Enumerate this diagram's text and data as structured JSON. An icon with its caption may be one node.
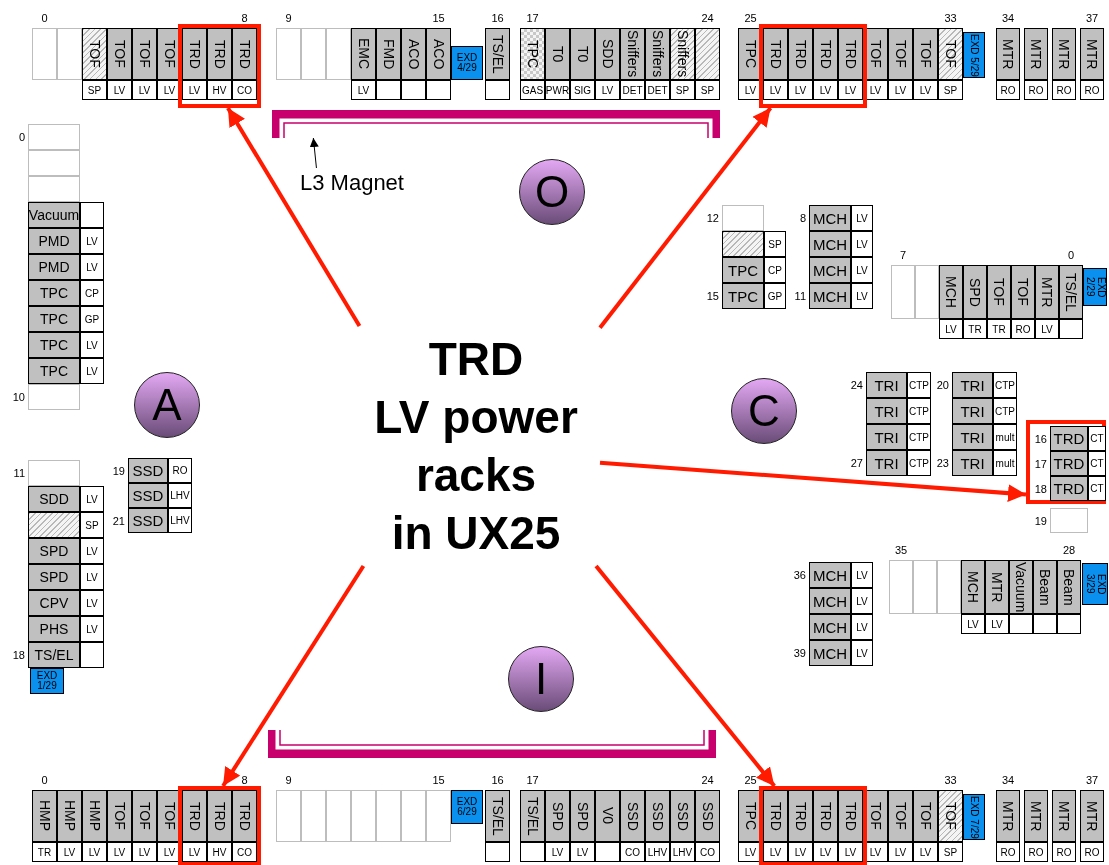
{
  "diagram": {
    "nodes": [
      {
        "text": [],
        "shape": "box",
        "beside": [
          "0"
        ]
      },
      {
        "text": [],
        "shape": "box"
      },
      {
        "text": [
          "TOF",
          "SP"
        ]
      },
      {
        "text": [
          "TOF",
          "LV"
        ]
      },
      {
        "text": [
          "TOF",
          "LV"
        ]
      },
      {
        "text": [
          "TOF",
          "LV"
        ]
      },
      {
        "text": [],
        "shape": "box"
      },
      {
        "text": [
          "TRD",
          "LV"
        ],
        "in": 6
      },
      {
        "text": [
          "TRD",
          "HV"
        ],
        "in": 6
      },
      {
        "text": [
          "TRD",
          "CO"
        ],
        "in": 6,
        "beside": [
          "8"
        ]
      },
      {
        "text": [],
        "shape": "box",
        "beside": [
          "9"
        ]
      },
      {
        "text": [],
        "shape": "box"
      },
      {
        "text": [],
        "shape": "box"
      },
      {
        "text": [
          "EMC",
          "LV"
        ]
      },
      {
        "text": [
          "FMD"
        ]
      },
      {
        "text": [
          "ACO"
        ]
      },
      {
        "text": [
          "ACO"
        ],
        "beside": [
          "15"
        ]
      },
      {
        "text": [
          "EXD 4/29"
        ]
      },
      {
        "text": [
          "TS/EL"
        ],
        "beside": [
          "16"
        ]
      },
      {
        "text": [
          "TPC",
          "GAS"
        ],
        "beside": [
          "17"
        ]
      },
      {
        "text": [
          "T0",
          "PWR"
        ]
      },
      {
        "text": [
          "T0",
          "SIG"
        ]
      },
      {
        "text": [
          "SDD",
          "LV"
        ]
      },
      {
        "text": [
          "Sniffers",
          "DET"
        ]
      },
      {
        "text": [
          "Sniffers",
          "DET"
        ]
      },
      {
        "text": [
          "Sniffers",
          "SP"
        ]
      },
      {
        "text": [
          "SP"
        ],
        "beside": [
          "24"
        ]
      },
      {
        "text": [
          "TPC",
          "LV"
        ],
        "beside": [
          "25"
        ]
      },
      {
        "text": [],
        "shape": "box"
      },
      {
        "text": [
          "TRD",
          "LV"
        ],
        "in": 28
      },
      {
        "text": [
          "TRD",
          "LV"
        ],
        "in": 28
      },
      {
        "text": [
          "TRD",
          "LV"
        ],
        "in": 28
      },
      {
        "text": [
          "TRD",
          "LV"
        ],
        "in": 28
      },
      {
        "text": [
          "TOF",
          "LV"
        ]
      },
      {
        "text": [
          "TOF",
          "LV"
        ]
      },
      {
        "text": [
          "TOF",
          "LV"
        ]
      },
      {
        "text": [
          "TOF",
          "SP"
        ],
        "beside": [
          "33"
        ]
      },
      {
        "text": [
          "EXD 5/29"
        ]
      },
      {
        "text": [
          "MTR",
          "RO"
        ],
        "beside": [
          "34"
        ]
      },
      {
        "text": [
          "MTR",
          "RO"
        ]
      },
      {
        "text": [
          "MTR",
          "RO"
        ]
      },
      {
        "text": [
          "MTR",
          "RO"
        ],
        "beside": [
          "37"
        ]
      },
      {
        "text": [
          "O"
        ]
      },
      {
        "text": [],
        "shape": "bar"
      },
      {
        "text": [
          "L3 Magnet"
        ]
      },
      {
        "text": [],
        "shape": "box",
        "beside": [
          "0"
        ]
      },
      {
        "text": [],
        "shape": "box"
      },
      {
        "text": [],
        "shape": "box"
      },
      {
        "text": [
          "Vacuum"
        ]
      },
      {
        "text": [
          "PMD",
          "LV"
        ]
      },
      {
        "text": [
          "PMD",
          "LV"
        ]
      },
      {
        "text": [
          "TPC",
          "CP"
        ]
      },
      {
        "text": [
          "TPC",
          "GP"
        ]
      },
      {
        "text": [
          "TPC",
          "LV"
        ]
      },
      {
        "text": [
          "TPC",
          "LV"
        ]
      },
      {
        "text": [],
        "shape": "box",
        "beside": [
          "10"
        ]
      },
      {
        "text": [
          "A"
        ]
      },
      {
        "text": [
          "SSD",
          "RO"
        ],
        "beside": [
          "19"
        ]
      },
      {
        "text": [
          "SSD",
          "LHV"
        ]
      },
      {
        "text": [
          "SSD",
          "LHV"
        ],
        "beside": [
          "21"
        ]
      },
      {
        "text": [],
        "shape": "box",
        "beside": [
          "11"
        ]
      },
      {
        "text": [
          "SDD",
          "LV"
        ]
      },
      {
        "text": [
          "SP"
        ]
      },
      {
        "text": [
          "SPD",
          "LV"
        ]
      },
      {
        "text": [
          "SPD",
          "LV"
        ]
      },
      {
        "text": [
          "CPV",
          "LV"
        ]
      },
      {
        "text": [
          "PHS",
          "LV"
        ]
      },
      {
        "text": [
          "TS/EL"
        ],
        "beside": [
          "18"
        ]
      },
      {
        "text": [
          "EXD 1/29"
        ]
      },
      {
        "text": [
          "TRD LV power racks in UX25"
        ]
      },
      {
        "text": [],
        "shape": "box",
        "beside": [
          "12"
        ]
      },
      {
        "text": [
          "SP"
        ]
      },
      {
        "text": [
          "TPC",
          "CP"
        ]
      },
      {
        "text": [
          "TPC",
          "GP"
        ],
        "beside": [
          "15"
        ]
      },
      {
        "text": [
          "MCH",
          "LV"
        ],
        "beside": [
          "8"
        ]
      },
      {
        "text": [
          "MCH",
          "LV"
        ]
      },
      {
        "text": [
          "MCH",
          "LV"
        ]
      },
      {
        "text": [
          "MCH",
          "LV"
        ],
        "beside": [
          "11"
        ]
      },
      {
        "text": [],
        "shape": "box",
        "beside": [
          "7"
        ]
      },
      {
        "text": [],
        "shape": "box"
      },
      {
        "text": [
          "MCH",
          "LV"
        ]
      },
      {
        "text": [
          "SPD",
          "TR"
        ]
      },
      {
        "text": [
          "TOF",
          "TR"
        ]
      },
      {
        "text": [
          "TOF",
          "RO"
        ]
      },
      {
        "text": [
          "MTR",
          "LV"
        ]
      },
      {
        "text": [
          "TS/EL"
        ],
        "beside": [
          "0"
        ]
      },
      {
        "text": [
          "EXD 2/29"
        ]
      },
      {
        "text": [
          "C"
        ]
      },
      {
        "text": [
          "TRI",
          "CTP"
        ],
        "beside": [
          "24"
        ]
      },
      {
        "text": [
          "TRI",
          "CTP"
        ]
      },
      {
        "text": [
          "TRI",
          "CTP"
        ]
      },
      {
        "text": [
          "TRI",
          "CTP"
        ],
        "beside": [
          "27"
        ]
      },
      {
        "text": [
          "TRI",
          "CTP"
        ],
        "beside": [
          "20"
        ]
      },
      {
        "text": [
          "TRI",
          "CTP"
        ]
      },
      {
        "text": [
          "TRI",
          "mult"
        ]
      },
      {
        "text": [
          "TRI",
          "mult"
        ],
        "beside": [
          "23"
        ]
      },
      {
        "text": [],
        "shape": "box"
      },
      {
        "text": [
          "TRD",
          "CT"
        ],
        "in": 96,
        "beside": [
          "16"
        ]
      },
      {
        "text": [
          "TRD",
          "CT"
        ],
        "in": 96,
        "beside": [
          "17"
        ]
      },
      {
        "text": [
          "TRD",
          "CT"
        ],
        "in": 96,
        "beside": [
          "18"
        ]
      },
      {
        "text": [],
        "shape": "box",
        "beside": [
          "19"
        ]
      },
      {
        "text": [],
        "shape": "box",
        "beside": [
          "35"
        ]
      },
      {
        "text": [],
        "shape": "box"
      },
      {
        "text": [],
        "shape": "box"
      },
      {
        "text": [
          "MCH",
          "LV"
        ]
      },
      {
        "text": [
          "MTR",
          "LV"
        ]
      },
      {
        "text": [
          "Vacuum"
        ]
      },
      {
        "text": [
          "Beam"
        ]
      },
      {
        "text": [
          "Beam"
        ],
        "beside": [
          "28"
        ]
      },
      {
        "text": [
          "EXD 3/29"
        ]
      },
      {
        "text": [
          "MCH",
          "LV"
        ],
        "beside": [
          "36"
        ]
      },
      {
        "text": [
          "MCH",
          "LV"
        ]
      },
      {
        "text": [
          "MCH",
          "LV"
        ]
      },
      {
        "text": [
          "MCH",
          "LV"
        ],
        "beside": [
          "39"
        ]
      },
      {
        "text": [
          "I"
        ]
      },
      {
        "text": [],
        "shape": "bar"
      },
      {
        "text": [
          "HMP",
          "TR"
        ],
        "beside": [
          "0"
        ]
      },
      {
        "text": [
          "HMP",
          "LV"
        ]
      },
      {
        "text": [
          "HMP",
          "LV"
        ]
      },
      {
        "text": [
          "TOF",
          "LV"
        ]
      },
      {
        "text": [
          "TOF",
          "LV"
        ]
      },
      {
        "text": [
          "TOF",
          "LV"
        ]
      },
      {
        "text": [],
        "shape": "box"
      },
      {
        "text": [
          "TRD",
          "LV"
        ],
        "in": 122
      },
      {
        "text": [
          "TRD",
          "HV"
        ],
        "in": 122
      },
      {
        "text": [
          "TRD",
          "CO"
        ],
        "in": 122,
        "beside": [
          "8"
        ]
      },
      {
        "text": [],
        "shape": "box",
        "beside": [
          "9"
        ]
      },
      {
        "text": [],
        "shape": "box"
      },
      {
        "text": [],
        "shape": "box"
      },
      {
        "text": [],
        "shape": "box"
      },
      {
        "text": [],
        "shape": "box"
      },
      {
        "text": [],
        "shape": "box"
      },
      {
        "text": [],
        "shape": "box",
        "beside": [
          "15"
        ]
      },
      {
        "text": [
          "EXD 6/29"
        ]
      },
      {
        "text": [
          "TS/EL"
        ],
        "beside": [
          "16"
        ]
      },
      {
        "text": [
          "TS/EL"
        ],
        "beside": [
          "17"
        ]
      },
      {
        "text": [
          "SPD",
          "LV"
        ]
      },
      {
        "text": [
          "SPD",
          "LV"
        ]
      },
      {
        "text": [
          "V0"
        ]
      },
      {
        "text": [
          "SSD",
          "CO"
        ]
      },
      {
        "text": [
          "SSD",
          "LHV"
        ]
      },
      {
        "text": [
          "SSD",
          "LHV"
        ]
      },
      {
        "text": [
          "SSD",
          "CO"
        ],
        "beside": [
          "24"
        ]
      },
      {
        "text": [
          "TPC",
          "LV"
        ],
        "beside": [
          "25"
        ]
      },
      {
        "text": [],
        "shape": "box"
      },
      {
        "text": [
          "TRD",
          "LV"
        ],
        "in": 144
      },
      {
        "text": [
          "TRD",
          "LV"
        ],
        "in": 144
      },
      {
        "text": [
          "TRD",
          "LV"
        ],
        "in": 144
      },
      {
        "text": [
          "TRD",
          "LV"
        ],
        "in": 144
      },
      {
        "text": [
          "TOF",
          "LV"
        ]
      },
      {
        "text": [
          "TOF",
          "LV"
        ]
      },
      {
        "text": [
          "TOF",
          "LV"
        ]
      },
      {
        "text": [
          "TOF",
          "SP"
        ],
        "beside": [
          "33"
        ]
      },
      {
        "text": [
          "EXD 7/29"
        ]
      },
      {
        "text": [
          "MTR",
          "RO"
        ],
        "beside": [
          "34"
        ]
      },
      {
        "text": [
          "MTR",
          "RO"
        ]
      },
      {
        "text": [
          "MTR",
          "RO"
        ]
      },
      {
        "text": [
          "MTR",
          "RO"
        ],
        "beside": [
          "37"
        ]
      }
    ],
    "edges": [
      {
        "from": 69,
        "to": 6,
        "arrow": "to"
      },
      {
        "from": 69,
        "to": 28,
        "arrow": "to"
      },
      {
        "from": 69,
        "to": 96,
        "arrow": "to"
      },
      {
        "from": 69,
        "to": 122,
        "arrow": "to"
      },
      {
        "from": 69,
        "to": 144,
        "arrow": "to"
      },
      {
        "from": 44,
        "to": 43,
        "arrow": "to",
        "color": "#000000"
      }
    ]
  }
}
